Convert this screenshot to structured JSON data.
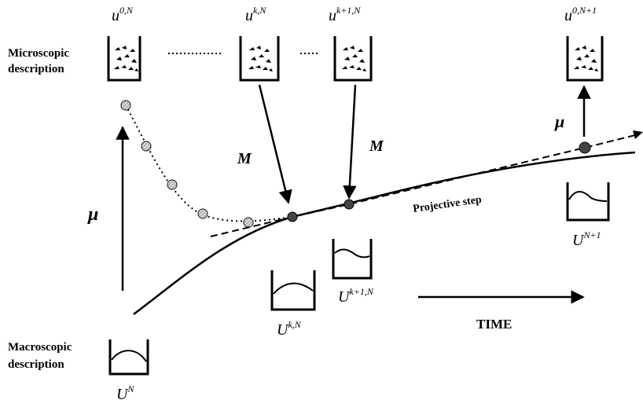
{
  "labels": {
    "micro_line1": "Microscopic",
    "micro_line2": "description",
    "macro_line1": "Macroscopic",
    "macro_line2": "description",
    "time": "TIME",
    "projective_step": "Projective step",
    "mu_left": "μ",
    "mu_right": "μ",
    "m_left": "M",
    "m_right": "M"
  },
  "micro_states": [
    {
      "base": "u",
      "sup": "0,N"
    },
    {
      "base": "u",
      "sup": "k,N"
    },
    {
      "base": "u",
      "sup": "k+1,N"
    },
    {
      "base": "u",
      "sup": "0,N+1"
    }
  ],
  "macro_states": [
    {
      "base": "U",
      "sup": "N"
    },
    {
      "base": "U",
      "sup": "k,N"
    },
    {
      "base": "U",
      "sup": "k+1,N"
    },
    {
      "base": "U",
      "sup": "N+1"
    }
  ],
  "colors": {
    "stroke": "#000000",
    "marker_fill": "#bbbbbb",
    "point_fill": "#444444"
  }
}
